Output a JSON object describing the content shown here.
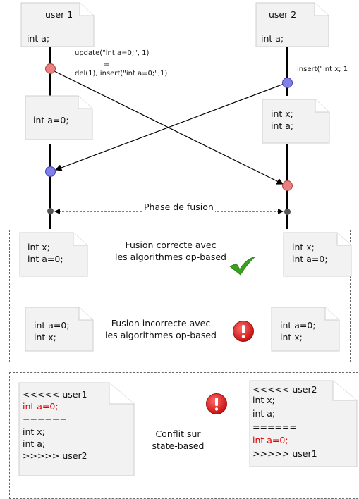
{
  "user1": {
    "name": "user 1",
    "code": "int a;"
  },
  "user2": {
    "name": "user 2",
    "code": "int a;"
  },
  "op1": {
    "line1": "update(\"int a=0;\", 1)",
    "eq": "=",
    "line2": "del(1), insert(\"int a=0;\",1)"
  },
  "op2": {
    "text": "insert(\"int x; 1"
  },
  "mid_left": {
    "line1": "int a=0;"
  },
  "mid_right": {
    "line1": "int x;",
    "line2": "int a;"
  },
  "phase": "Phase de fusion",
  "correct": {
    "left": [
      "int x;",
      "int a=0;"
    ],
    "right": [
      "int x;",
      "int a=0;"
    ],
    "caption1": "Fusion correcte avec",
    "caption2": "les algorithmes op-based"
  },
  "incorrect": {
    "left": [
      "int a=0;",
      "int x;"
    ],
    "right": [
      "int a=0;",
      "int x;"
    ],
    "caption1": "Fusion incorrecte avec",
    "caption2": "les algorithmes op-based"
  },
  "conflict": {
    "caption1": "Conflit sur",
    "caption2": "state-based",
    "left": [
      "<<<<< user1",
      "int a=0;",
      "======",
      "int x;",
      "int a;",
      ">>>>> user2"
    ],
    "right": [
      "<<<<< user2",
      "int x;",
      "int a;",
      "======",
      "int a=0;",
      ">>>>> user1"
    ]
  },
  "colors": {
    "op_user1": "#e88080",
    "op_user2": "#8080e8",
    "merge": "#555555",
    "check": "#3aa020",
    "alert": "#e02020",
    "conflict_text": "#e00000"
  }
}
